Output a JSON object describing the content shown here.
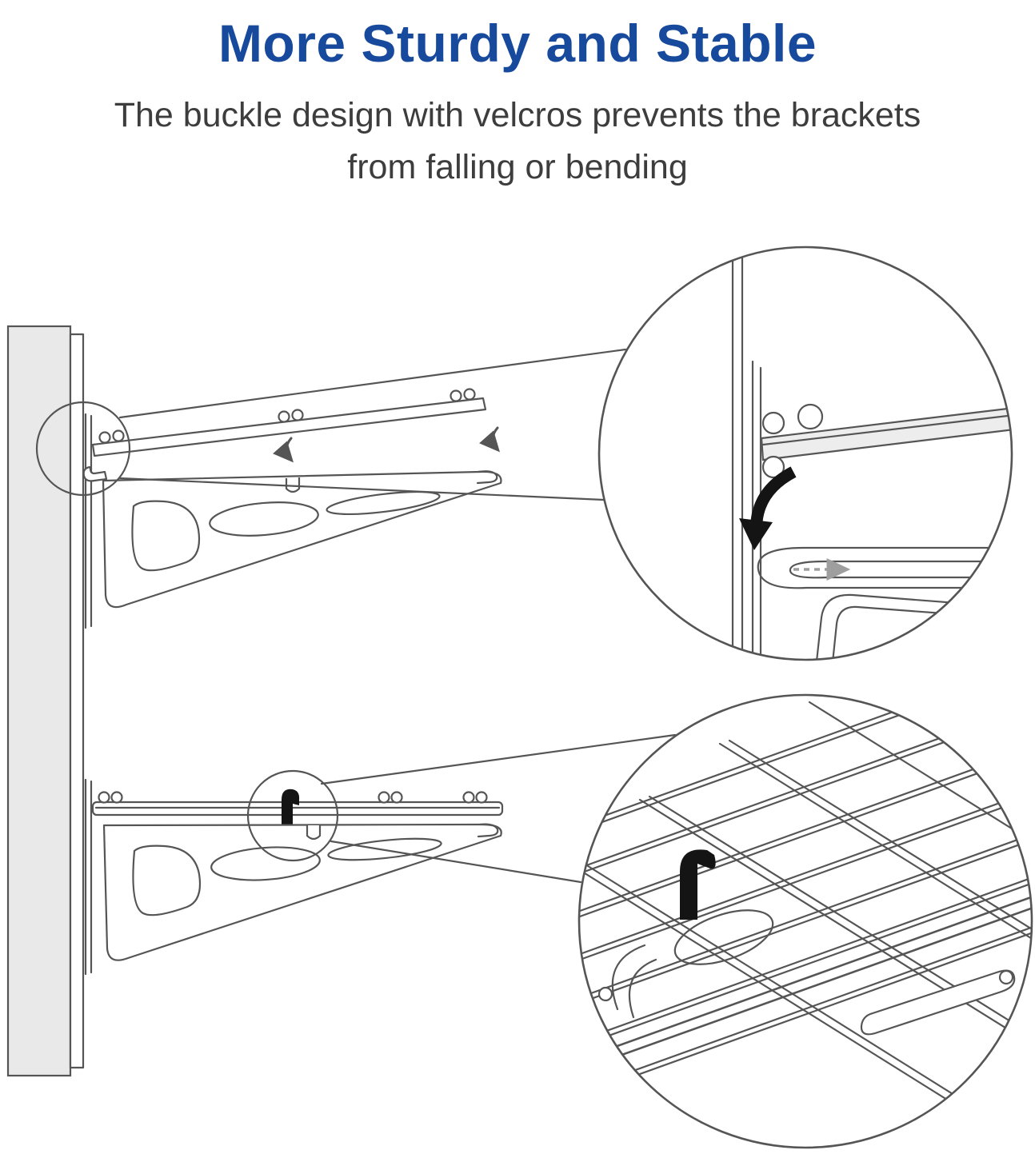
{
  "header": {
    "title": "More Sturdy and Stable",
    "subtitle_line1": "The buckle design with velcros prevents the brackets",
    "subtitle_line2": "from falling or bending"
  },
  "colors": {
    "title": "#17499c",
    "subtitle": "#3d3d3d",
    "line": "#555555",
    "wall": "#e9e9e9",
    "strap": "#141414",
    "gray_arrow": "#9e9e9e",
    "bar_fill": "#ededed"
  },
  "icons": {
    "insert_arrows": "curved-down-arrow",
    "push_arrow": "bold-curved-down-arrow",
    "slide_arrow": "gray-dashed-right-arrow",
    "velcro_strap": "black-velcro-strap",
    "detail_callouts": "magnifier-circle"
  }
}
